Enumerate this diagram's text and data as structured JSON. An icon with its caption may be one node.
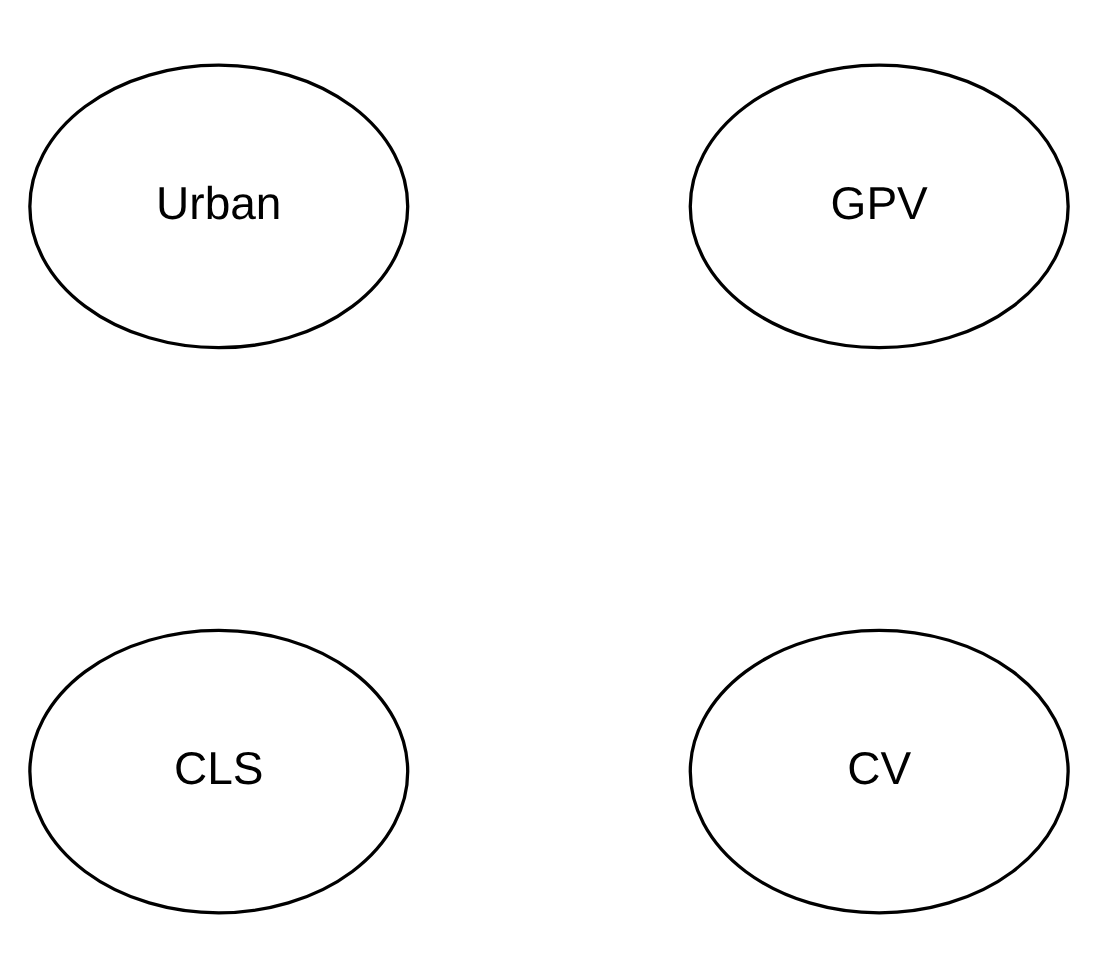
{
  "diagram": {
    "nodes": [
      {
        "text": [
          "Urban"
        ]
      },
      {
        "text": [
          "GPV"
        ]
      },
      {
        "text": [
          "CLS"
        ]
      },
      {
        "text": [
          "CV"
        ]
      }
    ]
  }
}
